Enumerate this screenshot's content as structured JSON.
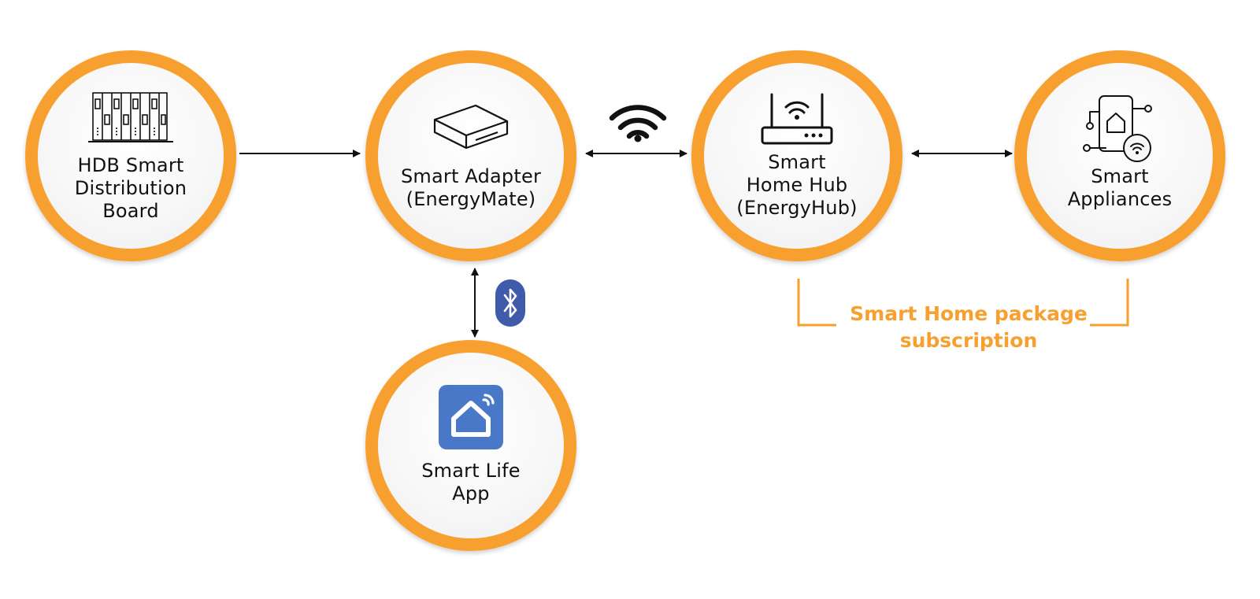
{
  "colors": {
    "accent": "#F7A030",
    "bluetooth": "#3F5BA9",
    "app_icon": "#4A78C8",
    "text": "#111111",
    "connector": "#111111"
  },
  "nodes": {
    "distribution_board": {
      "label": "HDB Smart\nDistribution\nBoard",
      "icon": "distribution-board-icon"
    },
    "smart_adapter": {
      "label": "Smart Adapter\n(EnergyMate)",
      "icon": "adapter-box-icon"
    },
    "home_hub": {
      "label": "Smart\nHome Hub\n(EnergyHub)",
      "icon": "router-icon"
    },
    "appliances": {
      "label": "Smart\nAppliances",
      "icon": "smart-appliances-icon"
    },
    "life_app": {
      "label": "Smart Life\nApp",
      "icon": "smart-life-app-icon"
    }
  },
  "connectors": [
    {
      "from": "distribution_board",
      "to": "smart_adapter",
      "direction": "one-way"
    },
    {
      "from": "smart_adapter",
      "to": "home_hub",
      "direction": "two-way",
      "medium": "wifi-icon"
    },
    {
      "from": "home_hub",
      "to": "appliances",
      "direction": "two-way"
    },
    {
      "from": "smart_adapter",
      "to": "life_app",
      "direction": "two-way",
      "medium": "bluetooth-icon"
    }
  ],
  "package": {
    "label": "Smart Home package\nsubscription"
  }
}
